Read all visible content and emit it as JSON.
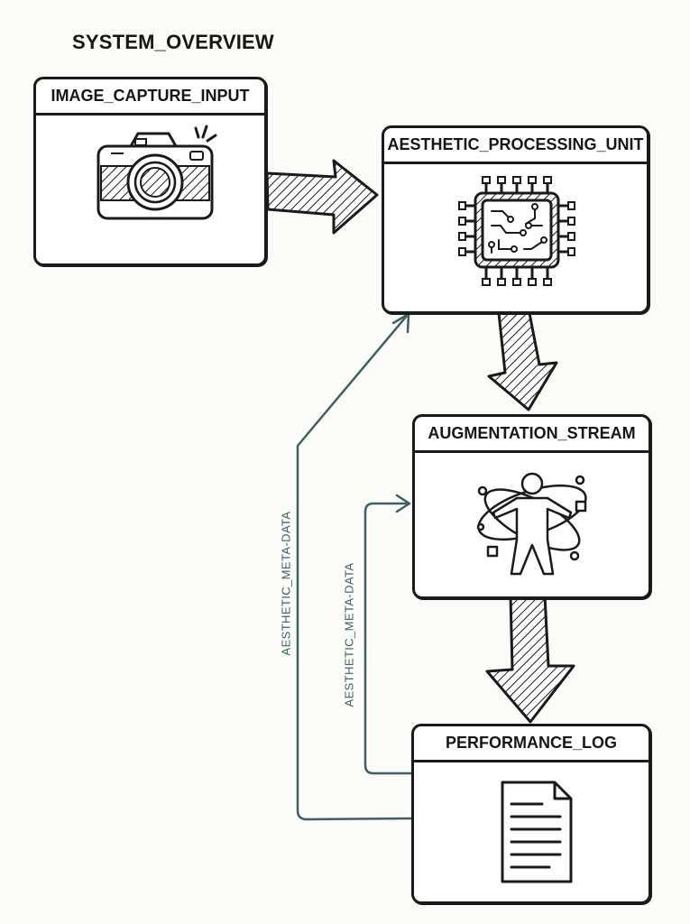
{
  "title": "SYSTEM_OVERVIEW",
  "nodes": {
    "image_capture": {
      "label": "IMAGE_CAPTURE_INPUT",
      "icon": "camera-icon"
    },
    "processing": {
      "label": "AESTHETIC_PROCESSING_UNIT",
      "icon": "cpu-chip-icon"
    },
    "augmentation": {
      "label": "AUGMENTATION_STREAM",
      "icon": "human-figure-orbit-icon"
    },
    "performance": {
      "label": "PERFORMANCE_LOG",
      "icon": "document-icon"
    }
  },
  "feedback": {
    "outer_label": "AESTHETIC_META-DATA",
    "inner_label": "AESTHETIC_META-DATA"
  },
  "colors": {
    "ink": "#1a1a1a",
    "feedback": "#3f5f64",
    "background": "#fbfbf8"
  }
}
